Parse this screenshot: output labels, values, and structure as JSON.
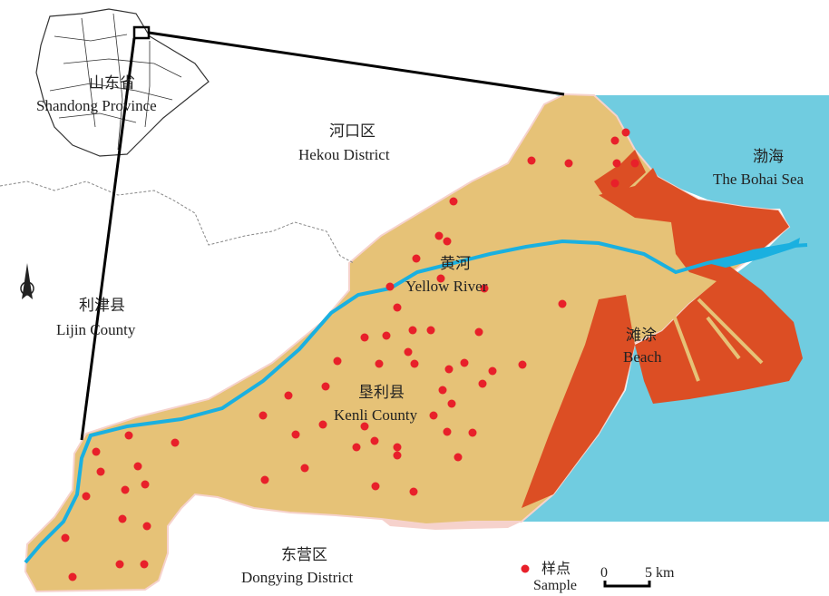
{
  "labels": {
    "province_cn": "山东省",
    "province_en": "Shandong Province",
    "hekou_cn": "河口区",
    "hekou_en": "Hekou District",
    "bohai_cn": "渤海",
    "bohai_en": "The Bohai Sea",
    "river_cn": "黄河",
    "river_en": "Yellow River",
    "lijin_cn": "利津县",
    "lijin_en": "Lijin County",
    "beach_cn": "滩涂",
    "beach_en": "Beach",
    "kenli_cn": "垦利县",
    "kenli_en": "Kenli County",
    "dongying_cn": "东营区",
    "dongying_en": "Dongying District"
  },
  "legend": {
    "sample_cn": "样点",
    "sample_en": "Sample",
    "sample_color": "#e8202a"
  },
  "scale_bar": {
    "zero": "0",
    "five": "5 km"
  },
  "colors": {
    "land": "#e6c277",
    "sea": "#70cce0",
    "beach": "#dc4e24",
    "river": "#1ab0e0",
    "neighbor_pink": "#f6d2cc"
  },
  "north_arrow": "north-arrow-icon",
  "sample_count": 64
}
